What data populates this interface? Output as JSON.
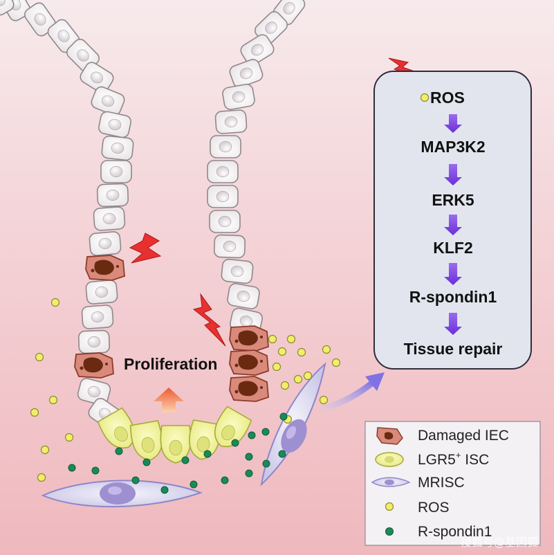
{
  "pathway": {
    "steps": [
      "ROS",
      "MAP3K2",
      "ERK5",
      "KLF2",
      "R-spondin1",
      "Tissue repair"
    ]
  },
  "proliferation_label": "Proliferation",
  "legend": {
    "items": [
      {
        "label": "Damaged IEC",
        "icon": "damaged-iec-icon"
      },
      {
        "label": "LGR5",
        "superscript": "+",
        "suffix": " ISC",
        "icon": "lgr5-isc-icon"
      },
      {
        "label": "MRISC",
        "icon": "mrisc-icon"
      },
      {
        "label": "ROS",
        "icon": "ros-dot-icon"
      },
      {
        "label": "R-spondin1",
        "icon": "r-spondin1-dot-icon"
      }
    ]
  },
  "watermark": "搜狐号@基因狐",
  "colors": {
    "background_top": "#f6e7ea",
    "background_bottom": "#efbfc3",
    "panel_fill": "#e4e6ee",
    "arrow_purple": "#7b3fe0",
    "ros_yellow": "#f2ee6a",
    "rspondin_green": "#1a8a5a",
    "lgr5_yellow": "#eef08a",
    "damaged_cell": "#d9897a",
    "mrisc_fill": "#dcdaf0",
    "lightning_red": "#e32a2a"
  }
}
